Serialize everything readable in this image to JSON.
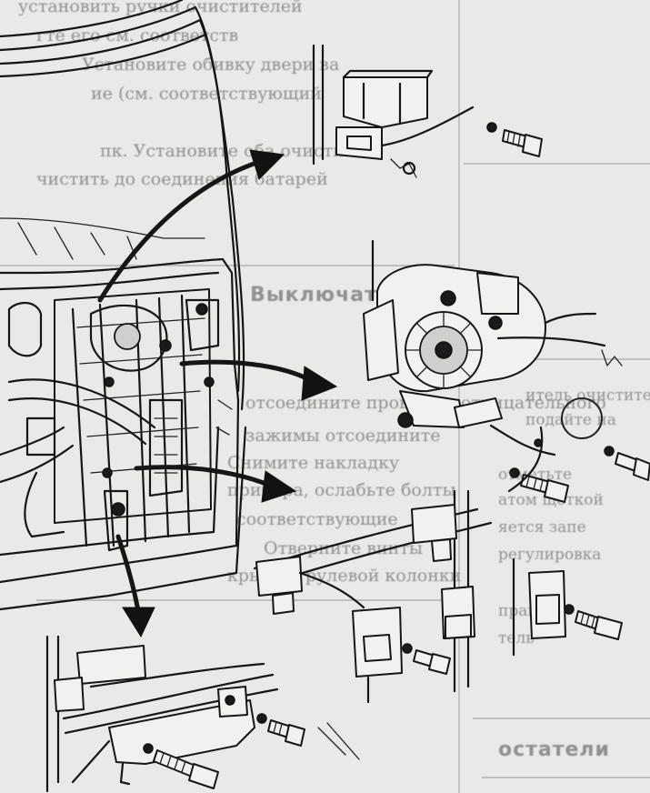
{
  "background_text": [
    {
      "id": "l1",
      "text": "установить ручки очистителей"
    },
    {
      "id": "l2",
      "text": "гте его см. соответств"
    },
    {
      "id": "l3",
      "text": "Установите обивку двери ва"
    },
    {
      "id": "l4",
      "text": "ие (см. соответствующий"
    },
    {
      "id": "l5",
      "text": "пк. Установите оба очистител"
    },
    {
      "id": "l6",
      "text": "чистить до соединения батарей"
    },
    {
      "id": "l7",
      "text": "Выключатель"
    },
    {
      "id": "l8",
      "text": "отсоедините провод от отрицательного"
    },
    {
      "id": "l9",
      "text": "зажимы отсоедините"
    },
    {
      "id": "l10",
      "text": "Снимите накладку"
    },
    {
      "id": "l11",
      "text": "прибора, ослабьте болты"
    },
    {
      "id": "l12",
      "text": "соответствующие"
    },
    {
      "id": "l13",
      "text": "Отверните винты"
    },
    {
      "id": "l14",
      "text": "крышку рулевой колонки"
    },
    {
      "id": "r1",
      "text": "итель очистителя"
    },
    {
      "id": "r2",
      "text": "подайте на"
    },
    {
      "id": "r3",
      "text": "отметьте"
    },
    {
      "id": "r4",
      "text": "атом щёткой"
    },
    {
      "id": "r5",
      "text": "яется запе"
    },
    {
      "id": "r6",
      "text": "регулировка"
    },
    {
      "id": "r7",
      "text": "правой"
    },
    {
      "id": "r8",
      "text": "тель"
    },
    {
      "id": "r9",
      "text": "остатели"
    }
  ]
}
